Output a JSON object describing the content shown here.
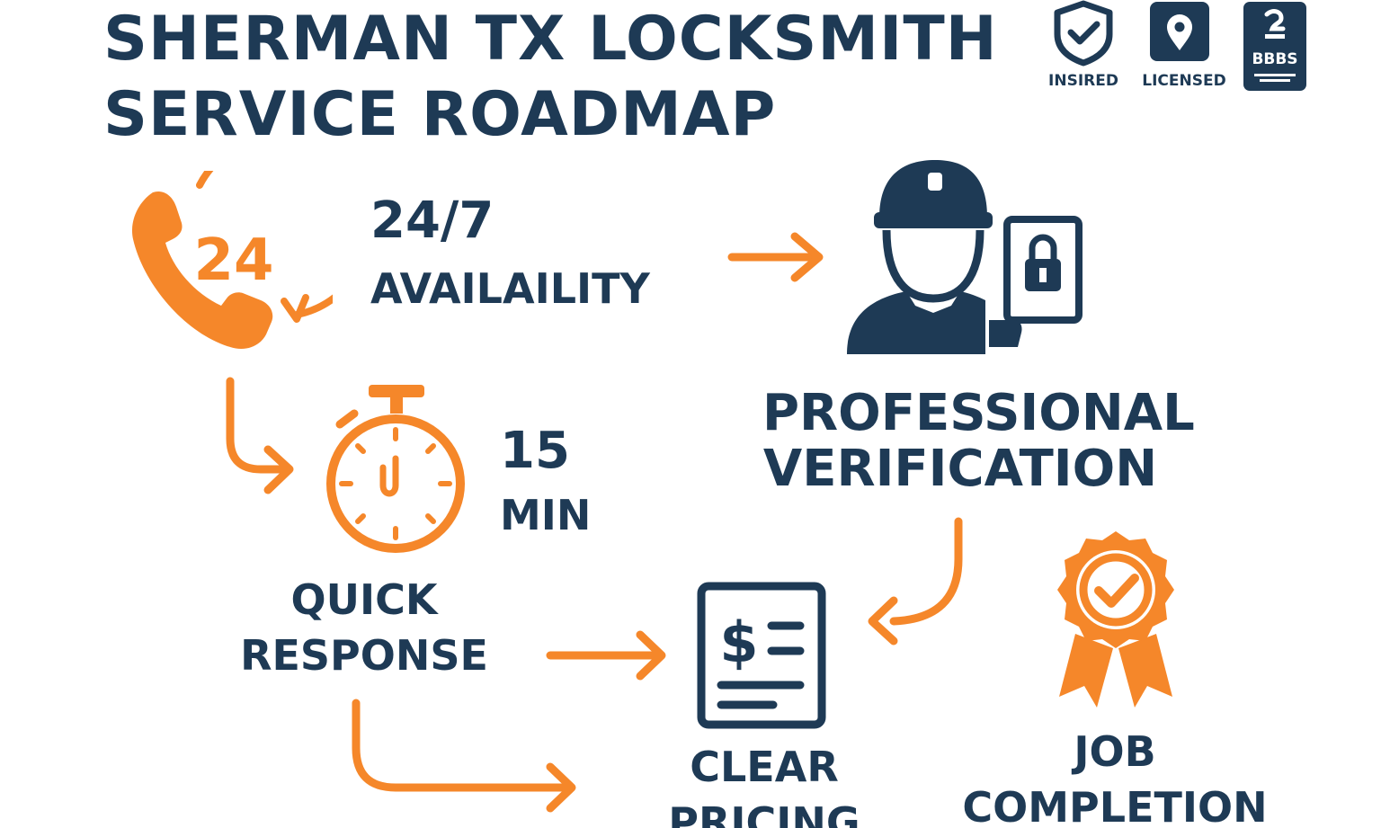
{
  "title": {
    "line1": "SHERMAN TX LOCKSMITH",
    "line2": "SERVICE ROADMAP"
  },
  "badges": {
    "insured": {
      "label": "INSIRED",
      "icon": "shield-check-icon"
    },
    "licensed": {
      "label": "LICENSED",
      "icon": "map-pin-icon"
    },
    "bbb": {
      "text": "BBBS",
      "icon": "bbb-seal-icon"
    }
  },
  "steps": {
    "availability": {
      "icon_text": "24",
      "headline": "24/7",
      "label": "AVAILAILITY",
      "icon": "phone-24-clock-icon"
    },
    "verification": {
      "line1": "PROFESSIONAL",
      "line2": "VERIFICATION",
      "icon": "locksmith-with-id-badge-icon"
    },
    "quick_response": {
      "headline": "15",
      "unit": "MIN",
      "line1": "QUICK",
      "line2": "RESPONSE",
      "icon": "stopwatch-icon"
    },
    "pricing": {
      "line1": "CLEAR",
      "line2": "PRICING",
      "icon": "dollar-invoice-icon"
    },
    "completion": {
      "line1": "JOB",
      "line2": "COMPLETION",
      "icon": "award-ribbon-icon"
    }
  },
  "colors": {
    "navy": "#1e3a55",
    "orange": "#f5872a",
    "background": "#ffffff"
  }
}
